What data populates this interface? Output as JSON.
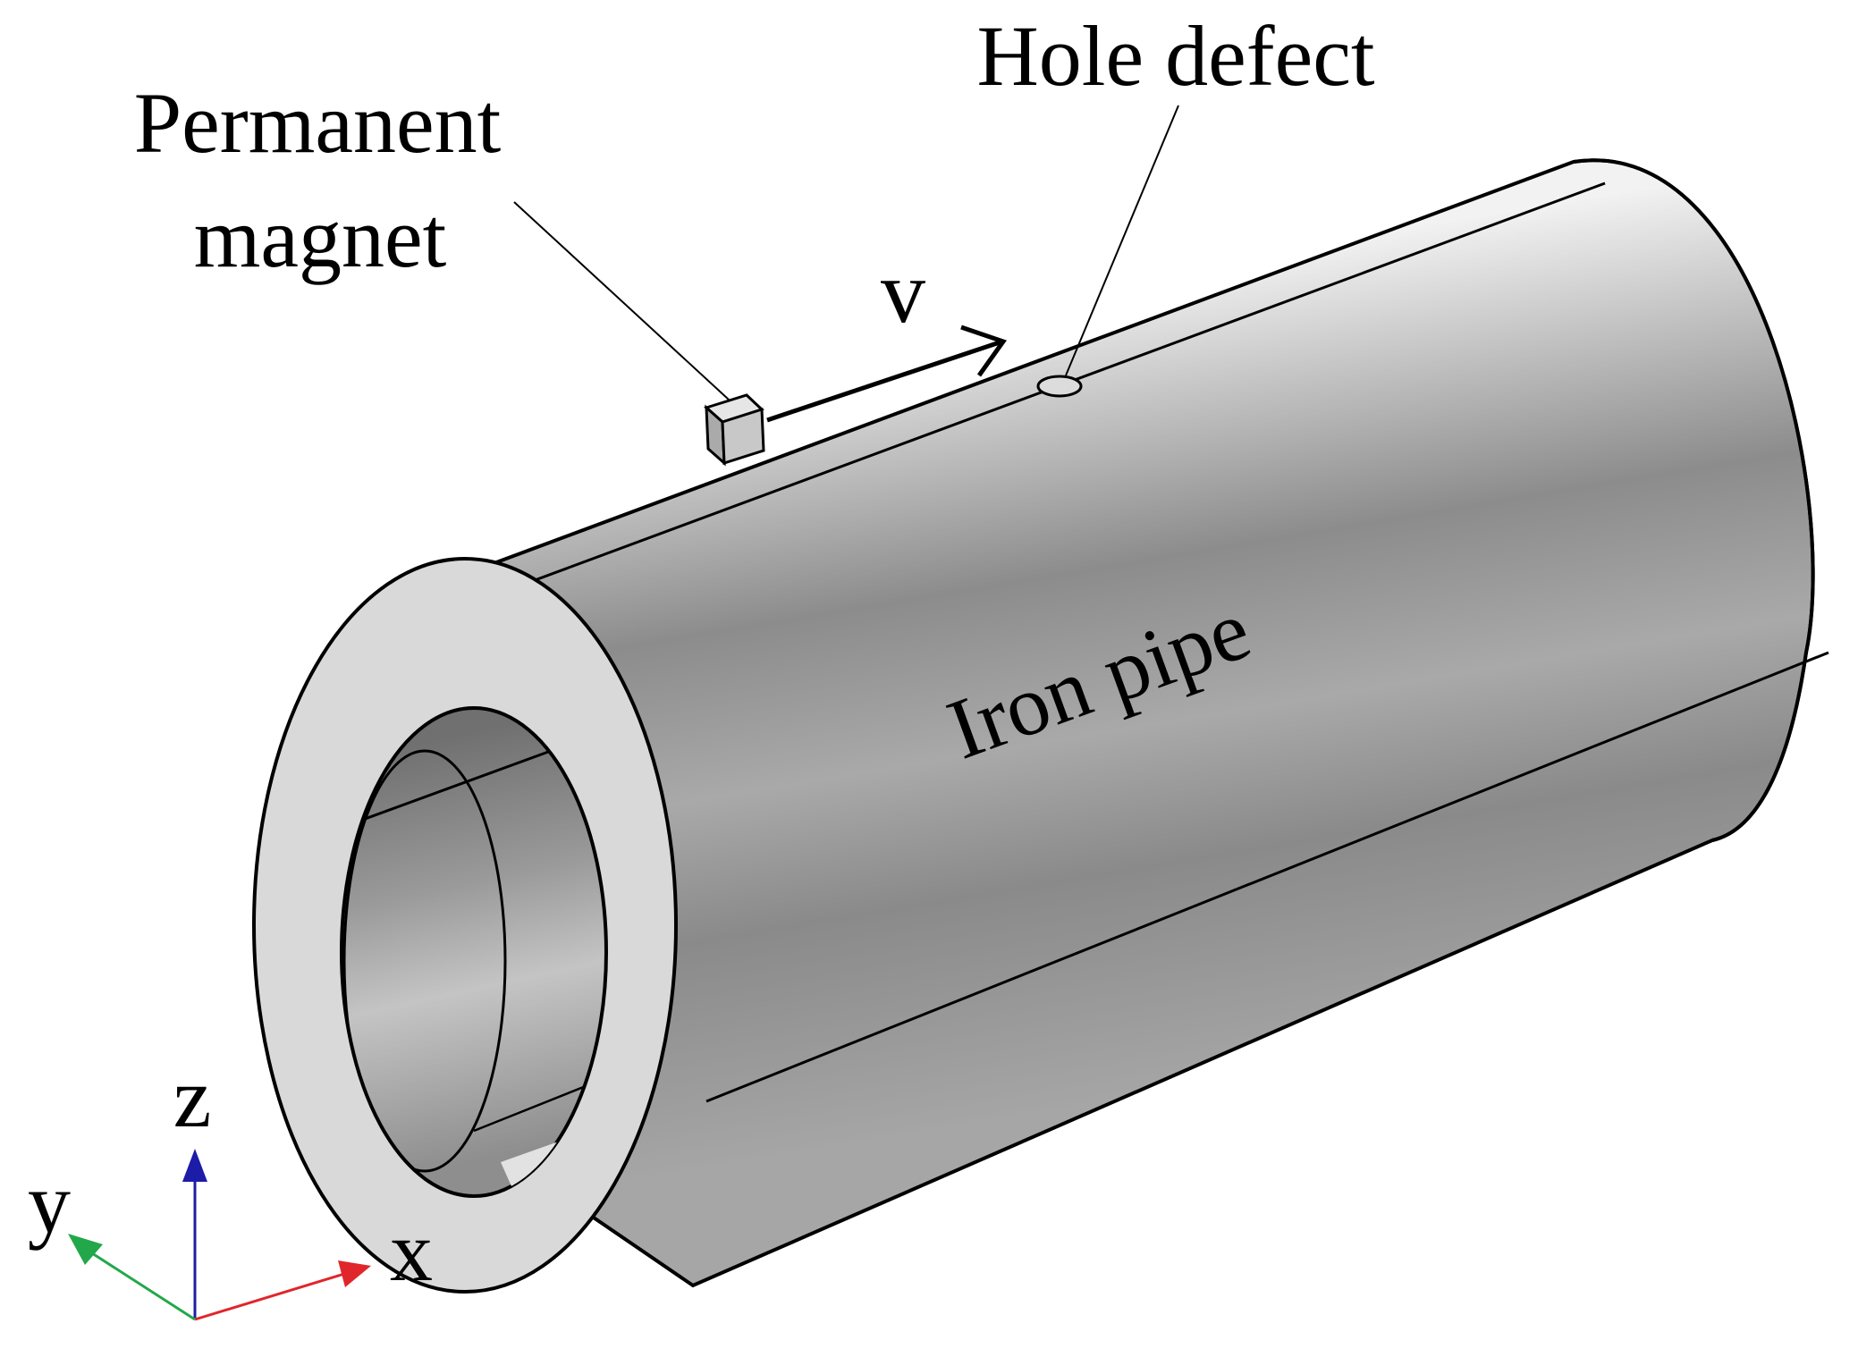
{
  "labels": {
    "magnet_line1": "Permanent",
    "magnet_line2": "magnet",
    "hole": "Hole defect",
    "velocity": "v",
    "pipe": "Iron pipe"
  },
  "axes": {
    "z": "z",
    "y": "y",
    "x": "x"
  },
  "colors": {
    "axis_x": "#e0262a",
    "axis_y": "#22a84a",
    "axis_z": "#1c1ca8",
    "pipe_fill": "#9a9a9a",
    "end_face": "#d8d8d8",
    "outline": "#000000"
  }
}
